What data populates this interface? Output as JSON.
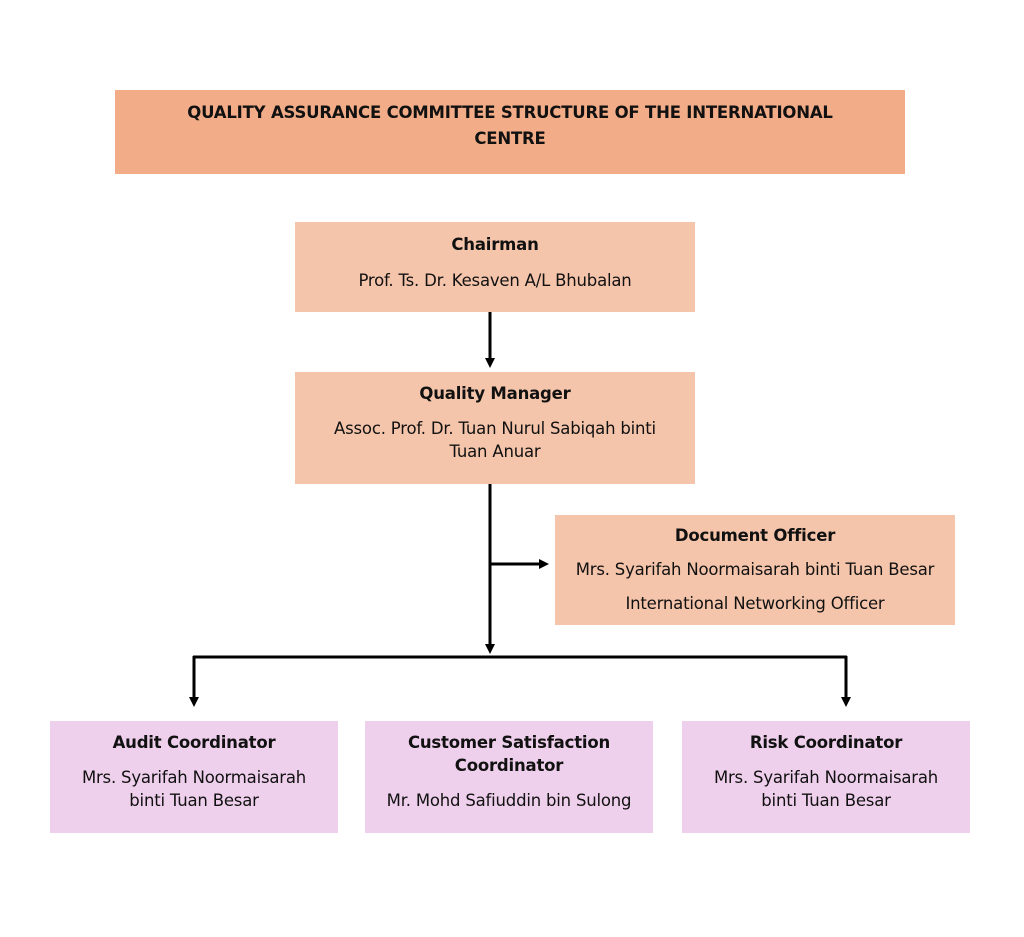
{
  "title": "QUALITY ASSURANCE COMMITTEE STRUCTURE OF THE INTERNATIONAL CENTRE",
  "colors": {
    "title_fill": "#f2ac87",
    "upper_box_fill": "#f5c5ab",
    "lower_box_fill": "#efd0ec",
    "connector": "#000000"
  },
  "nodes": {
    "chairman": {
      "role": "Chairman",
      "person": "Prof. Ts. Dr. Kesaven A/L Bhubalan"
    },
    "quality_manager": {
      "role": "Quality Manager",
      "person": "Assoc. Prof. Dr. Tuan Nurul Sabiqah binti Tuan Anuar"
    },
    "document_officer": {
      "role": "Document Officer",
      "person": "Mrs. Syarifah Noormaisarah binti Tuan Besar",
      "subtitle": "International Networking Officer"
    },
    "audit_coordinator": {
      "role": "Audit Coordinator",
      "person": "Mrs. Syarifah Noormaisarah binti Tuan Besar"
    },
    "customer_satisfaction_coordinator": {
      "role": "Customer Satisfaction Coordinator",
      "person": "Mr. Mohd Safiuddin bin Sulong"
    },
    "risk_coordinator": {
      "role": "Risk Coordinator",
      "person": "Mrs. Syarifah Noormaisarah binti Tuan Besar"
    }
  },
  "edges": [
    {
      "from": "chairman",
      "to": "quality_manager"
    },
    {
      "from": "quality_manager",
      "to": "document_officer"
    },
    {
      "from": "quality_manager",
      "to": "audit_coordinator"
    },
    {
      "from": "quality_manager",
      "to": "customer_satisfaction_coordinator"
    },
    {
      "from": "quality_manager",
      "to": "risk_coordinator"
    }
  ]
}
